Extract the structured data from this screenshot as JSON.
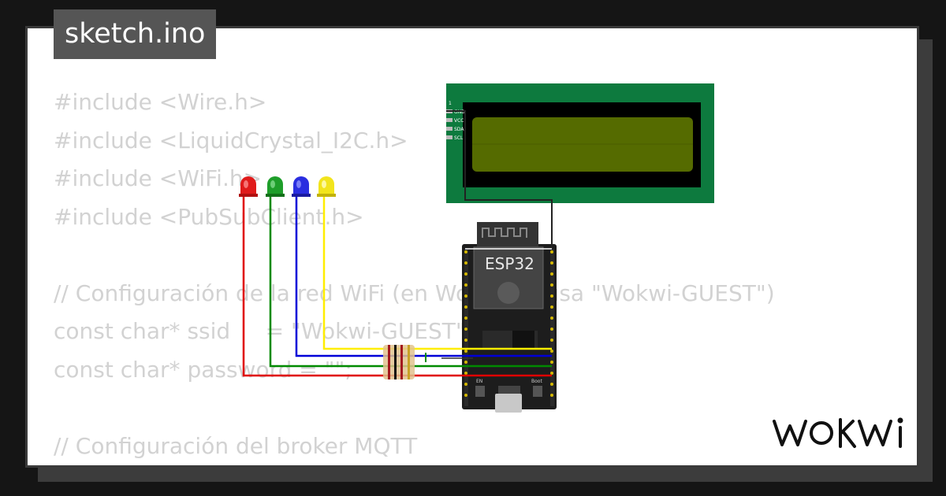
{
  "file": {
    "name": "sketch.ino"
  },
  "code": {
    "lines": [
      "#include <Wire.h>",
      "#include <LiquidCrystal_I2C.h>",
      "#include <WiFi.h>",
      "#include <PubSubClient.h>",
      "",
      "// Configuración de la red WiFi (en Wokwi se usa \"Wokwi-GUEST\")",
      "const char* ssid     = \"Wokwi-GUEST\";",
      "const char* password = \"\";",
      "",
      "// Configuración del broker MQTT"
    ]
  },
  "lcd": {
    "pins": [
      "GND",
      "VCC",
      "SDA",
      "SCL"
    ],
    "pin_marker": "1"
  },
  "esp32": {
    "label": "ESP32",
    "button_left": "EN",
    "button_right": "Boot"
  },
  "leds": [
    {
      "color": "#e01b1b"
    },
    {
      "color": "#1e9e2a"
    },
    {
      "color": "#2a2ee0"
    },
    {
      "color": "#f2e41c"
    }
  ],
  "wires": {
    "red": "#e00000",
    "green": "#008a00",
    "blue": "#0000d8",
    "yellow": "#ffee00"
  },
  "brand": {
    "name": "WOKWi"
  }
}
